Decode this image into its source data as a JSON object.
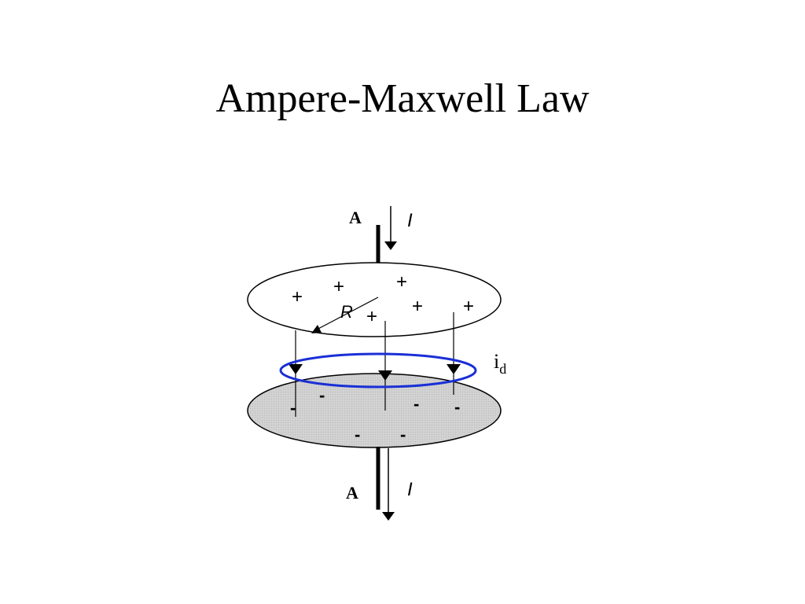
{
  "slide": {
    "title": "Ampere-Maxwell Law"
  },
  "diagram": {
    "top_wire_label": "A",
    "bottom_wire_label": "A",
    "current_symbol": "I",
    "radius_symbol": "R",
    "plus_sign": "+",
    "minus_sign": "-",
    "displacement_current": {
      "base": "i",
      "subscript": "d"
    },
    "colors": {
      "loop": "#1a2fd6",
      "bottom_plate": "#cfcfcf",
      "ink": "#000000"
    }
  }
}
